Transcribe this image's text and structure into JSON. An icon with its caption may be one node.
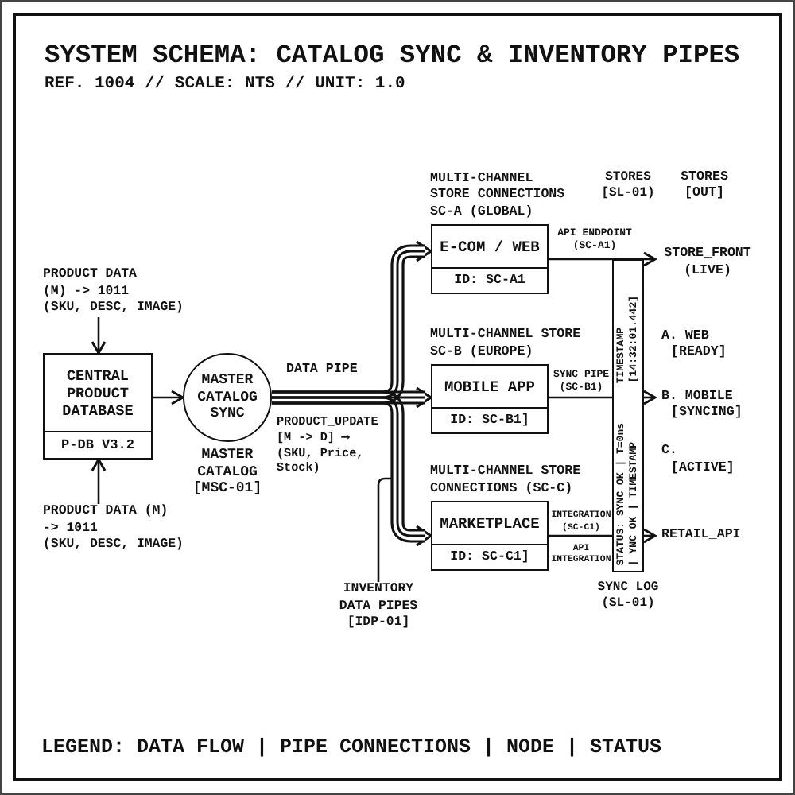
{
  "diagram": {
    "title": "SYSTEM SCHEMA: CATALOG SYNC & INVENTORY PIPES",
    "nodes": [
      {
        "text": [
          "PRODUCT DATA (M) -> 1011 (SKU, DESC, IMAGE)"
        ]
      },
      {
        "text": [
          "CENTRAL PRODUCT DATABASE",
          "P-DB V3.2"
        ]
      },
      {
        "text": [
          "PRODUCT DATA (M) -> 1011 (SKU, DESC, IMAGE)"
        ]
      },
      {
        "text": [
          "MASTER CATALOG SYNC"
        ],
        "beside": [
          "MASTER CATALOG [MSC-01]"
        ]
      },
      {
        "text": [
          "MULTI-CHANNEL STORE CONNECTIONS SC-A (GLOBAL)",
          "E-COM / WEB",
          "ID: SC-A1"
        ]
      },
      {
        "text": [
          "MULTI-CHANNEL STORE SC-B (EUROPE)",
          "MOBILE APP",
          "ID: SC-B1]"
        ]
      },
      {
        "text": [
          "MULTI-CHANNEL STORE CONNECTIONS (SC-C)",
          "MARKETPLACE",
          "ID: SC-C1]"
        ]
      },
      {
        "text": [
          "INVENTORY DATA PIPES [IDP-01]"
        ]
      },
      {
        "text": [
          "STATUS: SYNC OK | T=0ns",
          "| YNC OK | TIMESTAMP",
          "TIMESTAMP",
          "[14:32:01.442]"
        ],
        "beside": [
          "SYNC LOG (SL-01)"
        ]
      },
      {
        "text": [
          "STORE_FRONT (LIVE)"
        ]
      },
      {
        "text": [
          "B. MOBILE [SYNCING]"
        ]
      },
      {
        "text": [
          "RETAIL_API"
        ]
      }
    ],
    "edges": [
      {
        "from": 0,
        "to": 1,
        "arrow": "to"
      },
      {
        "from": 2,
        "to": 1,
        "arrow": "to"
      },
      {
        "from": 1,
        "to": 3,
        "arrow": "to"
      },
      {
        "from": 3,
        "to": 4,
        "arrow": "to",
        "style": "thick"
      },
      {
        "from": 3,
        "to": 5,
        "arrow": "to",
        "style": "thick",
        "label": "DATA PIPE"
      },
      {
        "from": 3,
        "to": 6,
        "arrow": "to",
        "style": "thick"
      },
      {
        "from": 7,
        "to": null,
        "arrow": "none"
      },
      {
        "from": 4,
        "to": 9,
        "arrow": "to",
        "label": "API ENDPOINT (SC-A1)"
      },
      {
        "from": 5,
        "to": 8,
        "arrow": "none",
        "label": "SYNC PIPE (SC-B1)"
      },
      {
        "from": 8,
        "to": 10,
        "arrow": "to"
      },
      {
        "from": 6,
        "to": 8,
        "arrow": "none",
        "label": "INTEGRATION (SC-C1)"
      },
      {
        "from": 8,
        "to": 11,
        "arrow": "to"
      }
    ],
    "labels": [
      "REF. 1004 // SCALE: NTS // UNIT: 1.0",
      "STORES [SL-01)",
      "STORES [OUT]",
      "A. WEB [READY]",
      "PRODUCT_UPDATE [M -> D] ⟶ (SKU, Price, Stock)",
      "C. [ACTIVE]",
      "API INTEGRATION",
      "LEGEND: DATA FLOW | PIPE CONNECTIONS | NODE | STATUS"
    ]
  }
}
